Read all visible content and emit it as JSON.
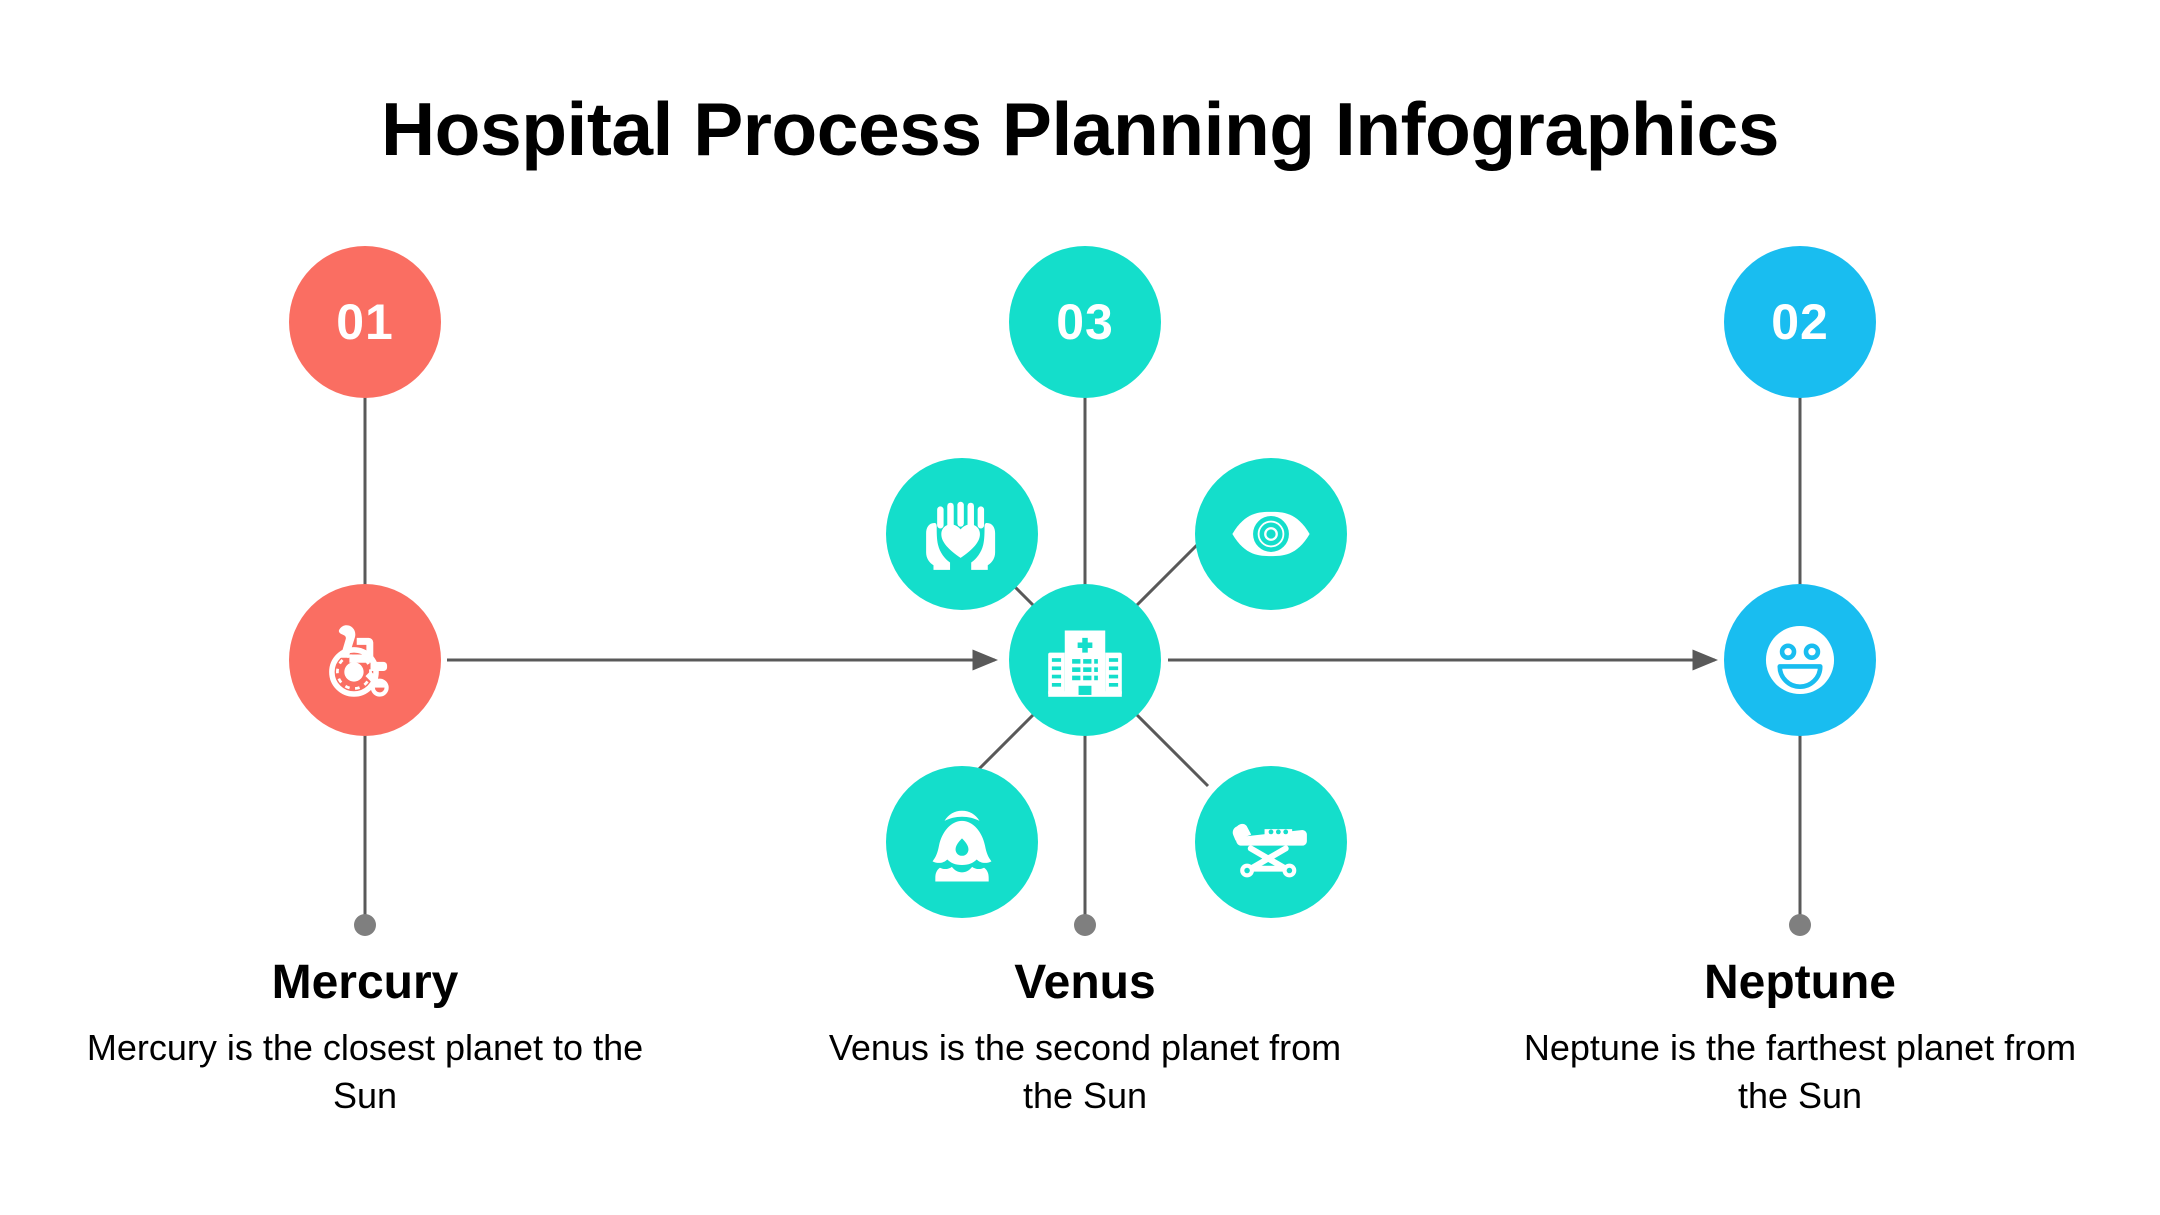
{
  "slide": {
    "title": "Hospital Process Planning Infographics",
    "background_color": "#FFFFFF"
  },
  "colors": {
    "coral": "#FA6E62",
    "teal": "#14DECB",
    "blue": "#19BDF0",
    "line": "#595959",
    "dot": "#7F7F7F",
    "text": "#000000",
    "icon": "#FFFFFF"
  },
  "steps": [
    {
      "number": "01",
      "badge_color": "#FA6E62",
      "node_color": "#FA6E62",
      "icon": "wheelchair-icon",
      "name": "Mercury",
      "description": "Mercury is the closest planet to the Sun"
    },
    {
      "number": "03",
      "badge_color": "#14DECB",
      "node_color": "#14DECB",
      "icon": "hospital-building-icon",
      "name": "Venus",
      "description": "Venus is the second planet from the Sun"
    },
    {
      "number": "02",
      "badge_color": "#19BDF0",
      "node_color": "#19BDF0",
      "icon": "smiley-face-icon",
      "name": "Neptune",
      "description": "Neptune is the farthest planet from the Sun"
    }
  ],
  "satellites": [
    {
      "position": "top-left",
      "icon": "heart-in-hands-icon",
      "color": "#14DECB"
    },
    {
      "position": "top-right",
      "icon": "eye-icon",
      "color": "#14DECB"
    },
    {
      "position": "bottom-left",
      "icon": "nurse-icon",
      "color": "#14DECB"
    },
    {
      "position": "bottom-right",
      "icon": "stretcher-icon",
      "color": "#14DECB"
    }
  ]
}
